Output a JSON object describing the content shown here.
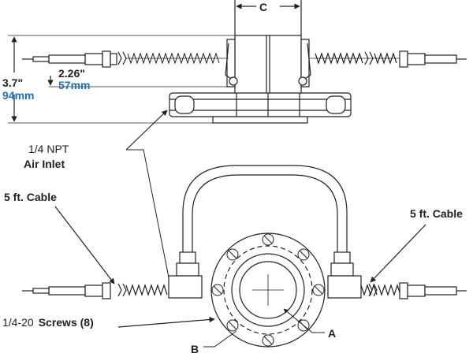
{
  "colors": {
    "line": "#222222",
    "metric_accent": "#1f6fb8",
    "background": "#ffffff"
  },
  "dimensions": {
    "height_in": "3.7\"",
    "height_mm": "94mm",
    "mid_in": "2.26\"",
    "mid_mm": "57mm",
    "width_label": "C"
  },
  "callouts": {
    "air_inlet_line1": "1/4 NPT",
    "air_inlet_line2": "Air Inlet",
    "cable_left": "5 ft. Cable",
    "cable_right": "5 ft. Cable",
    "screws_prefix": "1/4-20",
    "screws_suffix": "Screws (8)",
    "label_a": "A",
    "label_b": "B"
  }
}
